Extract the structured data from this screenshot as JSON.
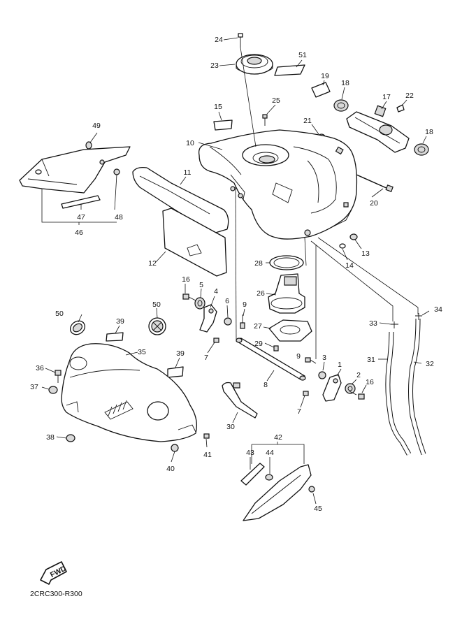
{
  "diagram": {
    "callouts": [
      "1",
      "2",
      "3",
      "4",
      "5",
      "6",
      "7",
      "7",
      "8",
      "9",
      "9",
      "10",
      "11",
      "12",
      "13",
      "14",
      "15",
      "16",
      "16",
      "17",
      "18",
      "18",
      "19",
      "20",
      "21",
      "22",
      "23",
      "24",
      "25",
      "26",
      "27",
      "28",
      "29",
      "30",
      "31",
      "32",
      "33",
      "34",
      "35",
      "36",
      "37",
      "38",
      "39",
      "39",
      "40",
      "41",
      "42",
      "43",
      "44",
      "45",
      "46",
      "47",
      "48",
      "49",
      "50",
      "50",
      "51"
    ],
    "fwd_label": "FWD",
    "diagram_code": "2CRC300-R300"
  }
}
